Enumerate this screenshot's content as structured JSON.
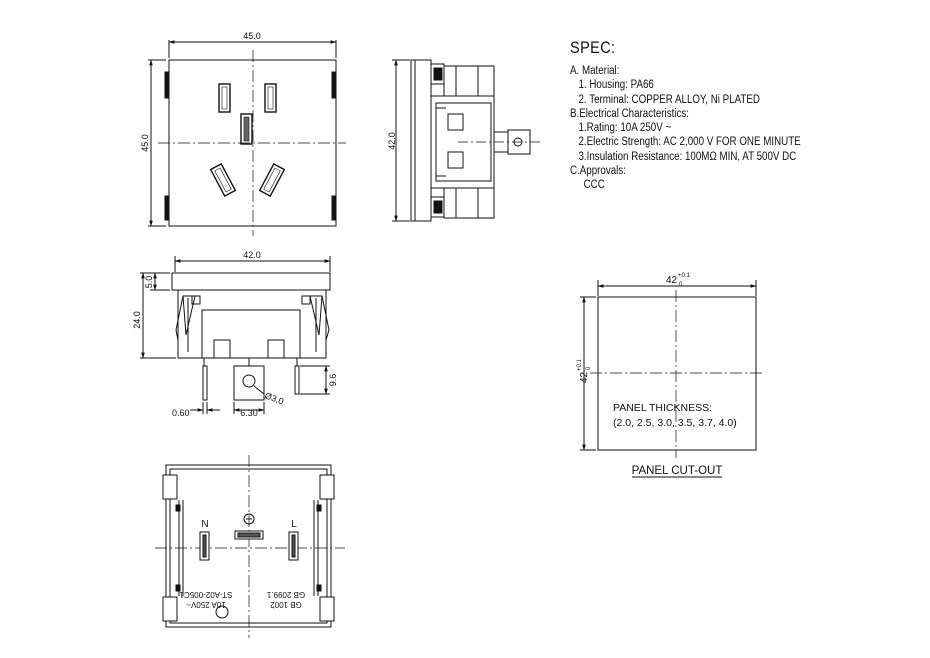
{
  "spec": {
    "title": "SPEC:",
    "lines": [
      "A. Material:",
      "1.  Housing: PA66",
      "2.  Terminal: COPPER ALLOY, Ni PLATED",
      "B.Electrical Characteristics:",
      "1.Rating:  10A 250V ~",
      "2.Electric Strength: AC 2,000 V FOR ONE MINUTE",
      "3.Insulation Resistance: 100MΩ MIN, AT 500V DC",
      "C.Approvals:",
      "CCC"
    ]
  },
  "front_view": {
    "width_dim": "45.0",
    "height_dim": "45.0"
  },
  "side_view": {
    "height_dim": "42.0"
  },
  "bottom_view": {
    "width_dim": "42.0",
    "flange_dim": "5.0",
    "depth_dim": "24.0",
    "pin_len_dim": "9.6",
    "hole_dim": "Ø3.0",
    "pin_thk_dim": "0.60",
    "pin_pitch_dim": "6.30"
  },
  "rear_view": {
    "neutral": "N",
    "live": "L",
    "marking_1": "ST-A02-005C1",
    "marking_2": "10A 250V~",
    "marking_3": "GB 2099.1",
    "marking_4": "GB 1002"
  },
  "cutout": {
    "width_dim": "42",
    "width_tol": "+0.1",
    "width_tol_low": "0",
    "height_dim": "42",
    "height_tol": "+0.1",
    "height_tol_low": "0",
    "thickness_label": "PANEL THICKNESS:",
    "thickness_values": "(2.0, 2.5, 3.0, 3.5, 3.7, 4.0)",
    "title": "PANEL CUT-OUT"
  }
}
